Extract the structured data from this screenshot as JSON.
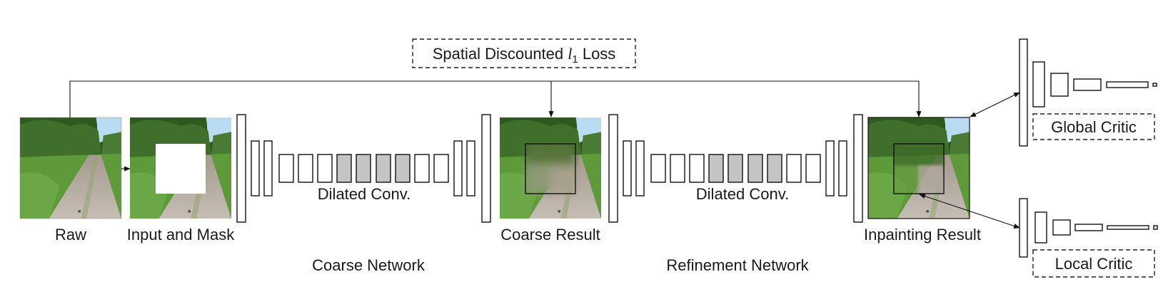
{
  "loss_box": {
    "prefix": "Spatial Discounted ",
    "symbol": "l",
    "subscript": "1",
    "suffix": " Loss"
  },
  "images": {
    "raw": "Raw",
    "input": "Input and Mask",
    "coarse": "Coarse Result",
    "inpainting": "Inpainting Result"
  },
  "networks": {
    "coarse": {
      "name": "Coarse Network",
      "dilated_label": "Dilated Conv."
    },
    "refinement": {
      "name": "Refinement Network",
      "dilated_label": "Dilated Conv."
    }
  },
  "critics": {
    "global": "Global Critic",
    "local": "Local Critic"
  },
  "colors": {
    "sky": "#b9dcf2",
    "foliage": "#2f5a1f",
    "grass": "#5e9a3a",
    "road": "#b8aea6",
    "dilated": "#c4c4c4"
  }
}
